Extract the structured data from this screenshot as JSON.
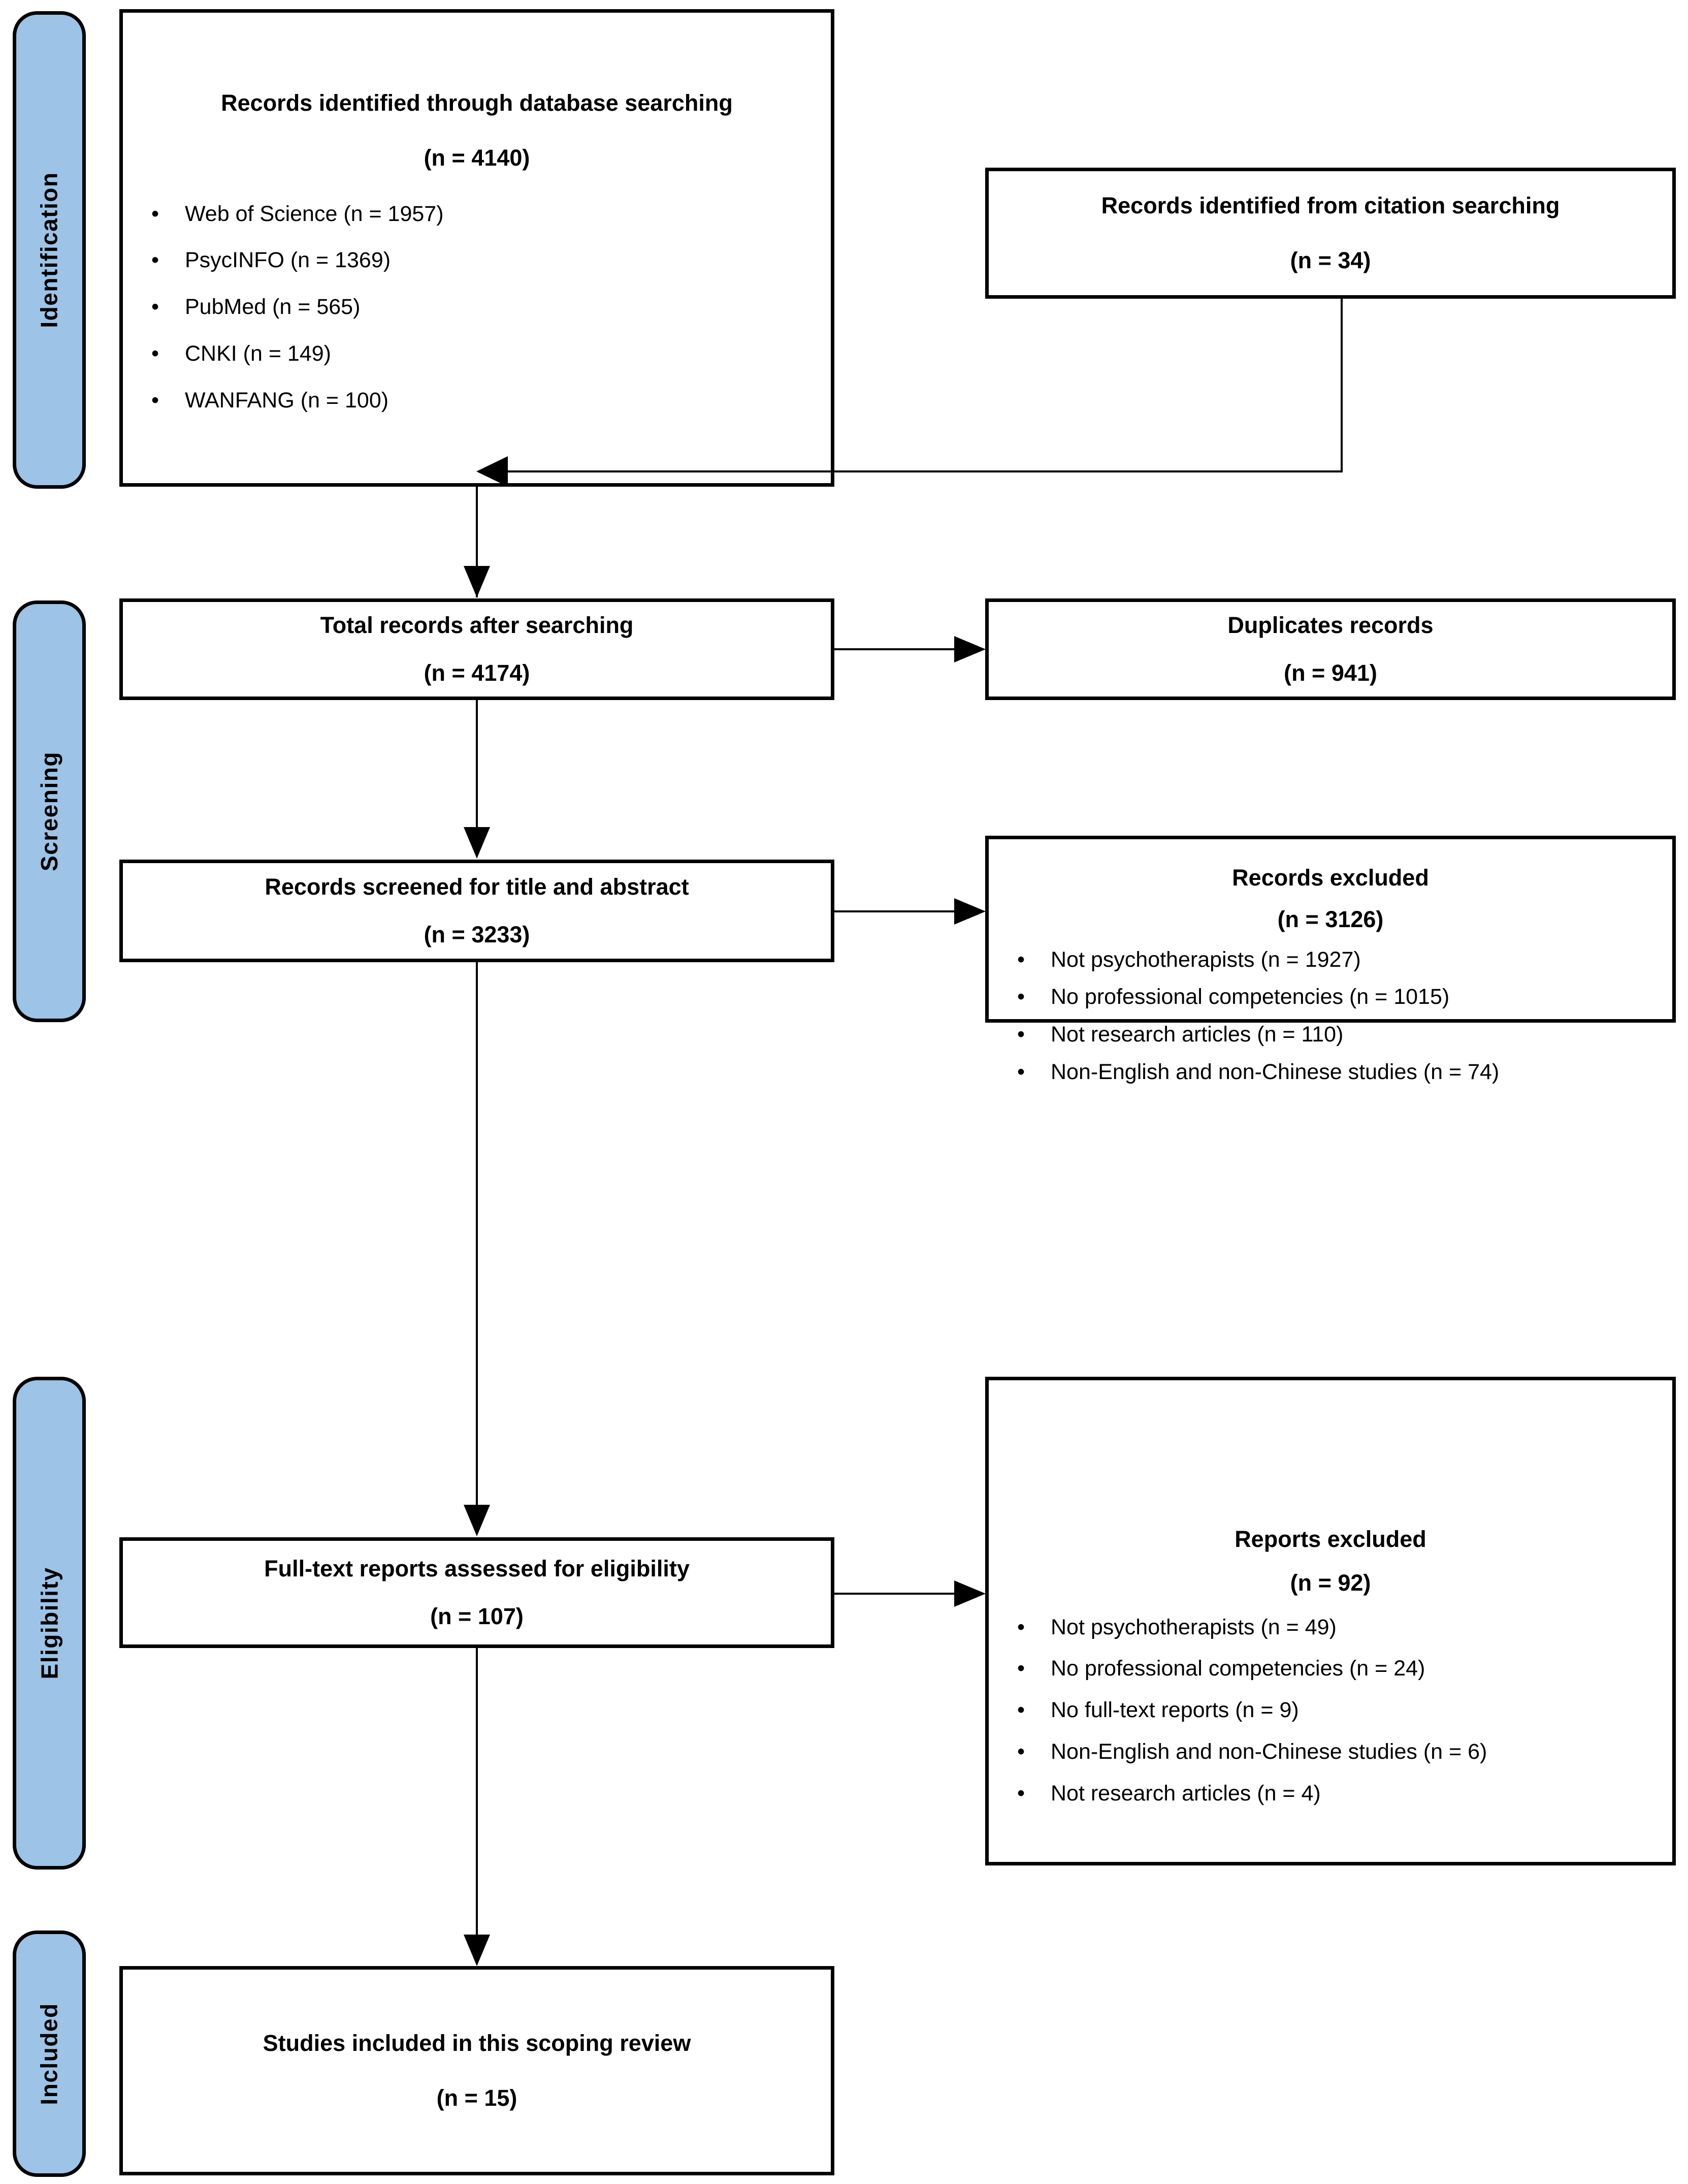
{
  "diagram": {
    "type": "prisma-flow-diagram",
    "accent_color": "#9DC3E6",
    "line_color": "#000000",
    "background_color": "#FFFFFF"
  },
  "stages": [
    {
      "id": "identification",
      "label": "Identification"
    },
    {
      "id": "screening",
      "label": "Screening"
    },
    {
      "id": "eligibility",
      "label": "Eligibility"
    },
    {
      "id": "included",
      "label": "Included"
    }
  ],
  "boxes": {
    "database_searching": {
      "title": "Records identified through database searching",
      "count": "(n = 4140)",
      "bullet_marker": "•",
      "items": [
        "Web of Science (n = 1957)",
        "PsycINFO (n = 1369)",
        "PubMed (n = 565)",
        "CNKI (n = 149)",
        "WANFANG (n = 100)"
      ]
    },
    "citation_searching": {
      "title": "Records identified from citation searching",
      "count": "(n = 34)"
    },
    "total_records": {
      "title": "Total records after searching",
      "count": "(n = 4174)"
    },
    "duplicates": {
      "title": "Duplicates records",
      "count": "(n = 941)"
    },
    "records_screened": {
      "title": "Records screened for title and abstract",
      "count": "(n = 3233)"
    },
    "records_excluded": {
      "title": "Records excluded",
      "count": "(n = 3126)",
      "bullet_marker": "•",
      "items": [
        "Not psychotherapists (n = 1927)",
        "No professional competencies (n = 1015)",
        "Not research articles (n = 110)",
        "Non-English and non-Chinese studies (n = 74)"
      ]
    },
    "fulltext_assessed": {
      "title": "Full-text reports assessed for eligibility",
      "count": "(n = 107)"
    },
    "reports_excluded": {
      "title": "Reports excluded",
      "count": "(n = 92)",
      "bullet_marker": "•",
      "items": [
        "Not psychotherapists (n = 49)",
        "No professional competencies (n = 24)",
        "No full-text reports (n = 9)",
        "Non-English and non-Chinese studies (n = 6)",
        "Not research articles (n = 4)"
      ]
    },
    "studies_included": {
      "title": "Studies included in this scoping review",
      "count": "(n = 15)"
    }
  },
  "chart_data": {
    "type": "flowchart",
    "title": "PRISMA flow diagram",
    "nodes": [
      {
        "id": "database_searching",
        "stage": "Identification",
        "label": "Records identified through database searching",
        "n": 4140,
        "breakdown": [
          {
            "label": "Web of Science",
            "n": 1957
          },
          {
            "label": "PsycINFO",
            "n": 1369
          },
          {
            "label": "PubMed",
            "n": 565
          },
          {
            "label": "CNKI",
            "n": 149
          },
          {
            "label": "WANFANG",
            "n": 100
          }
        ]
      },
      {
        "id": "citation_searching",
        "stage": "Identification",
        "label": "Records identified from citation searching",
        "n": 34
      },
      {
        "id": "total_records",
        "stage": "Screening",
        "label": "Total records after searching",
        "n": 4174
      },
      {
        "id": "duplicates",
        "stage": "Screening",
        "label": "Duplicates records",
        "n": 941
      },
      {
        "id": "records_screened",
        "stage": "Screening",
        "label": "Records screened for title and abstract",
        "n": 3233
      },
      {
        "id": "records_excluded",
        "stage": "Screening",
        "label": "Records excluded",
        "n": 3126,
        "breakdown": [
          {
            "label": "Not psychotherapists",
            "n": 1927
          },
          {
            "label": "No professional competencies",
            "n": 1015
          },
          {
            "label": "Not research articles",
            "n": 110
          },
          {
            "label": "Non-English and non-Chinese studies",
            "n": 74
          }
        ]
      },
      {
        "id": "fulltext_assessed",
        "stage": "Eligibility",
        "label": "Full-text reports assessed for eligibility",
        "n": 107
      },
      {
        "id": "reports_excluded",
        "stage": "Eligibility",
        "label": "Reports excluded",
        "n": 92,
        "breakdown": [
          {
            "label": "Not psychotherapists",
            "n": 49
          },
          {
            "label": "No professional competencies",
            "n": 24
          },
          {
            "label": "No full-text reports",
            "n": 9
          },
          {
            "label": "Non-English and non-Chinese studies",
            "n": 6
          },
          {
            "label": "Not research articles",
            "n": 4
          }
        ]
      },
      {
        "id": "studies_included",
        "stage": "Included",
        "label": "Studies included in this scoping review",
        "n": 15
      }
    ],
    "edges": [
      {
        "from": "database_searching",
        "to": "total_records"
      },
      {
        "from": "citation_searching",
        "to": "total_records"
      },
      {
        "from": "total_records",
        "to": "duplicates"
      },
      {
        "from": "total_records",
        "to": "records_screened"
      },
      {
        "from": "records_screened",
        "to": "records_excluded"
      },
      {
        "from": "records_screened",
        "to": "fulltext_assessed"
      },
      {
        "from": "fulltext_assessed",
        "to": "reports_excluded"
      },
      {
        "from": "fulltext_assessed",
        "to": "studies_included"
      }
    ]
  }
}
